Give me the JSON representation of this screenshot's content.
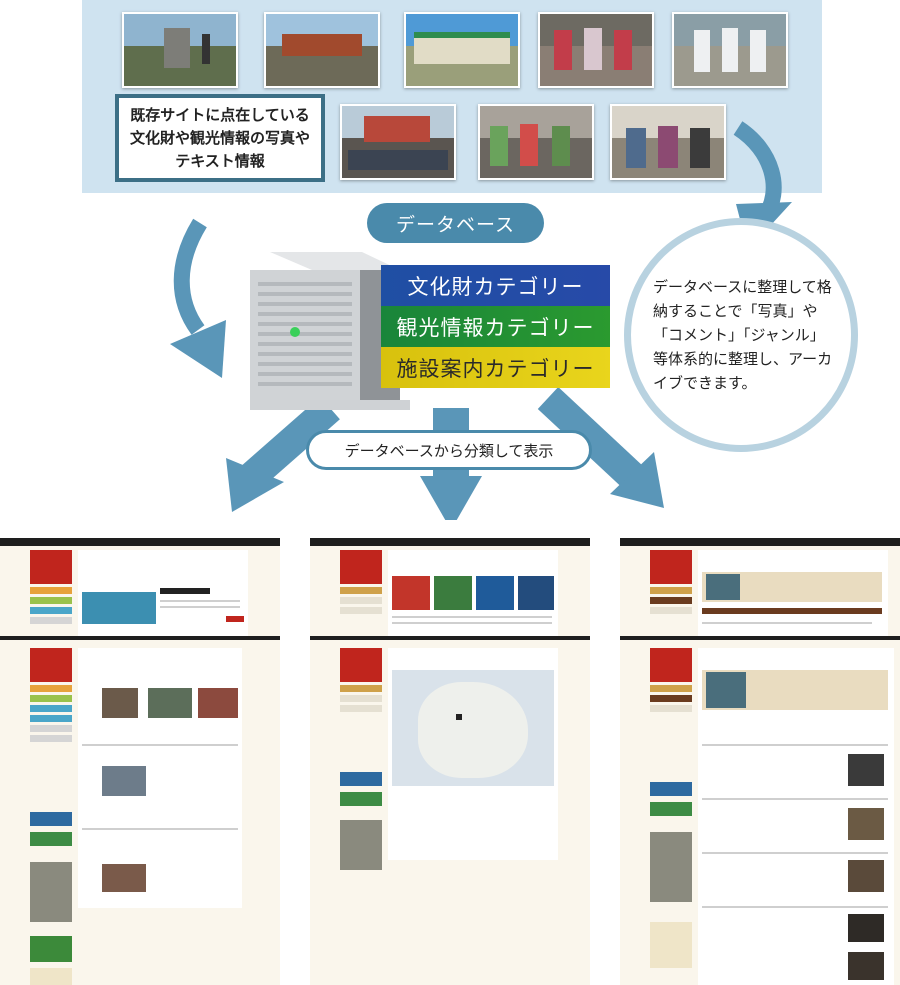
{
  "labels": {
    "existing_sites": "既存サイトに点在している文化財や観光情報の写真やテキスト情報",
    "database": "データベース",
    "categories": [
      "文化財カテゴリー",
      "観光情報カテゴリー",
      "施設案内カテゴリー"
    ],
    "circle_text": "データベースに整理して格納することで「写真」や「コメント」「ジャンル」等体系的に整理し、アーカイブできます。",
    "split_display": "データベースから分類して表示"
  },
  "photos": [
    {
      "name": "photo-stone-monument"
    },
    {
      "name": "photo-red-roof-house"
    },
    {
      "name": "photo-community-building"
    },
    {
      "name": "photo-dancers"
    },
    {
      "name": "photo-ceremony"
    },
    {
      "name": "photo-shrine-crowd"
    },
    {
      "name": "photo-group-dance"
    },
    {
      "name": "photo-people-indoor"
    }
  ],
  "sites": [
    {
      "name": "site-culture-list"
    },
    {
      "name": "site-era-search"
    },
    {
      "name": "site-search-results"
    },
    {
      "name": "site-event-detail"
    },
    {
      "name": "site-map-search"
    },
    {
      "name": "site-results-long"
    }
  ],
  "colors": {
    "panel": "#cfe3f0",
    "accent": "#4a8aab",
    "box_border": "#3c6f86",
    "cat_blue": "#1f4fa4",
    "cat_green": "#19853a",
    "cat_yellow": "#d8c10d",
    "arrow": "#5a96b8",
    "site_red": "#c0251d"
  }
}
